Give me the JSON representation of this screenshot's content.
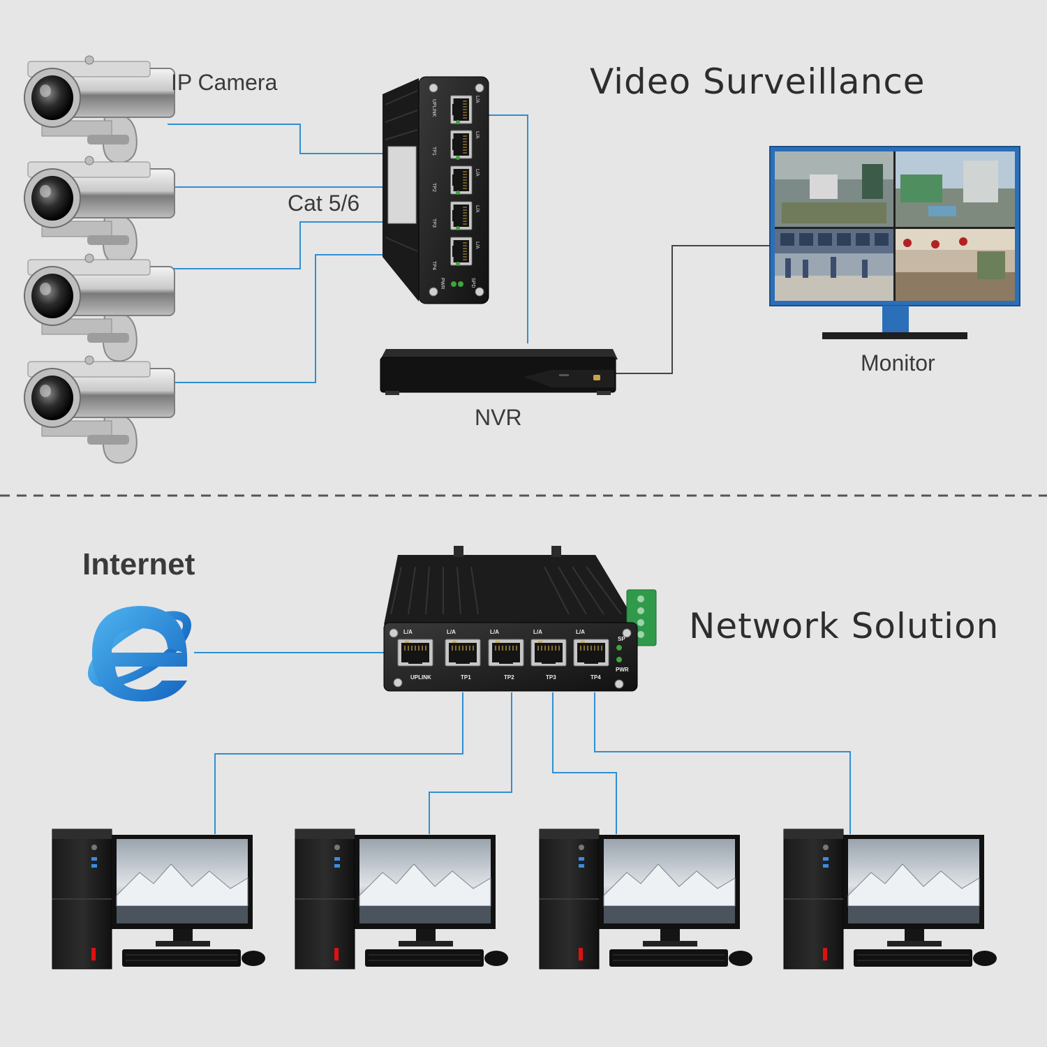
{
  "top_section": {
    "title": "Video Surveillance",
    "camera_label": "IP Camera",
    "cable_label": "Cat 5/6",
    "nvr_label": "NVR",
    "monitor_label": "Monitor"
  },
  "bottom_section": {
    "title": "Network Solution",
    "internet_label": "Internet"
  },
  "switch_small": {
    "port_labels": [
      "UPLINK",
      "TP1",
      "TP2",
      "TP3",
      "TP4"
    ],
    "led_label": "L/A",
    "pwr_label": "PWR",
    "spd_label": "SPD"
  },
  "switch_large": {
    "port_labels": [
      "UPLINK",
      "TP1",
      "TP2",
      "TP3",
      "TP4"
    ],
    "led_label": "L/A",
    "pwr_label": "PWR",
    "spd_label": "SP"
  },
  "colors": {
    "background": "#e6e6e6",
    "cable": "#2f8fd0",
    "device_body": "#1b1b1b",
    "monitor_frame": "#2a6fb8",
    "internet_icon": "#1f86d6"
  }
}
